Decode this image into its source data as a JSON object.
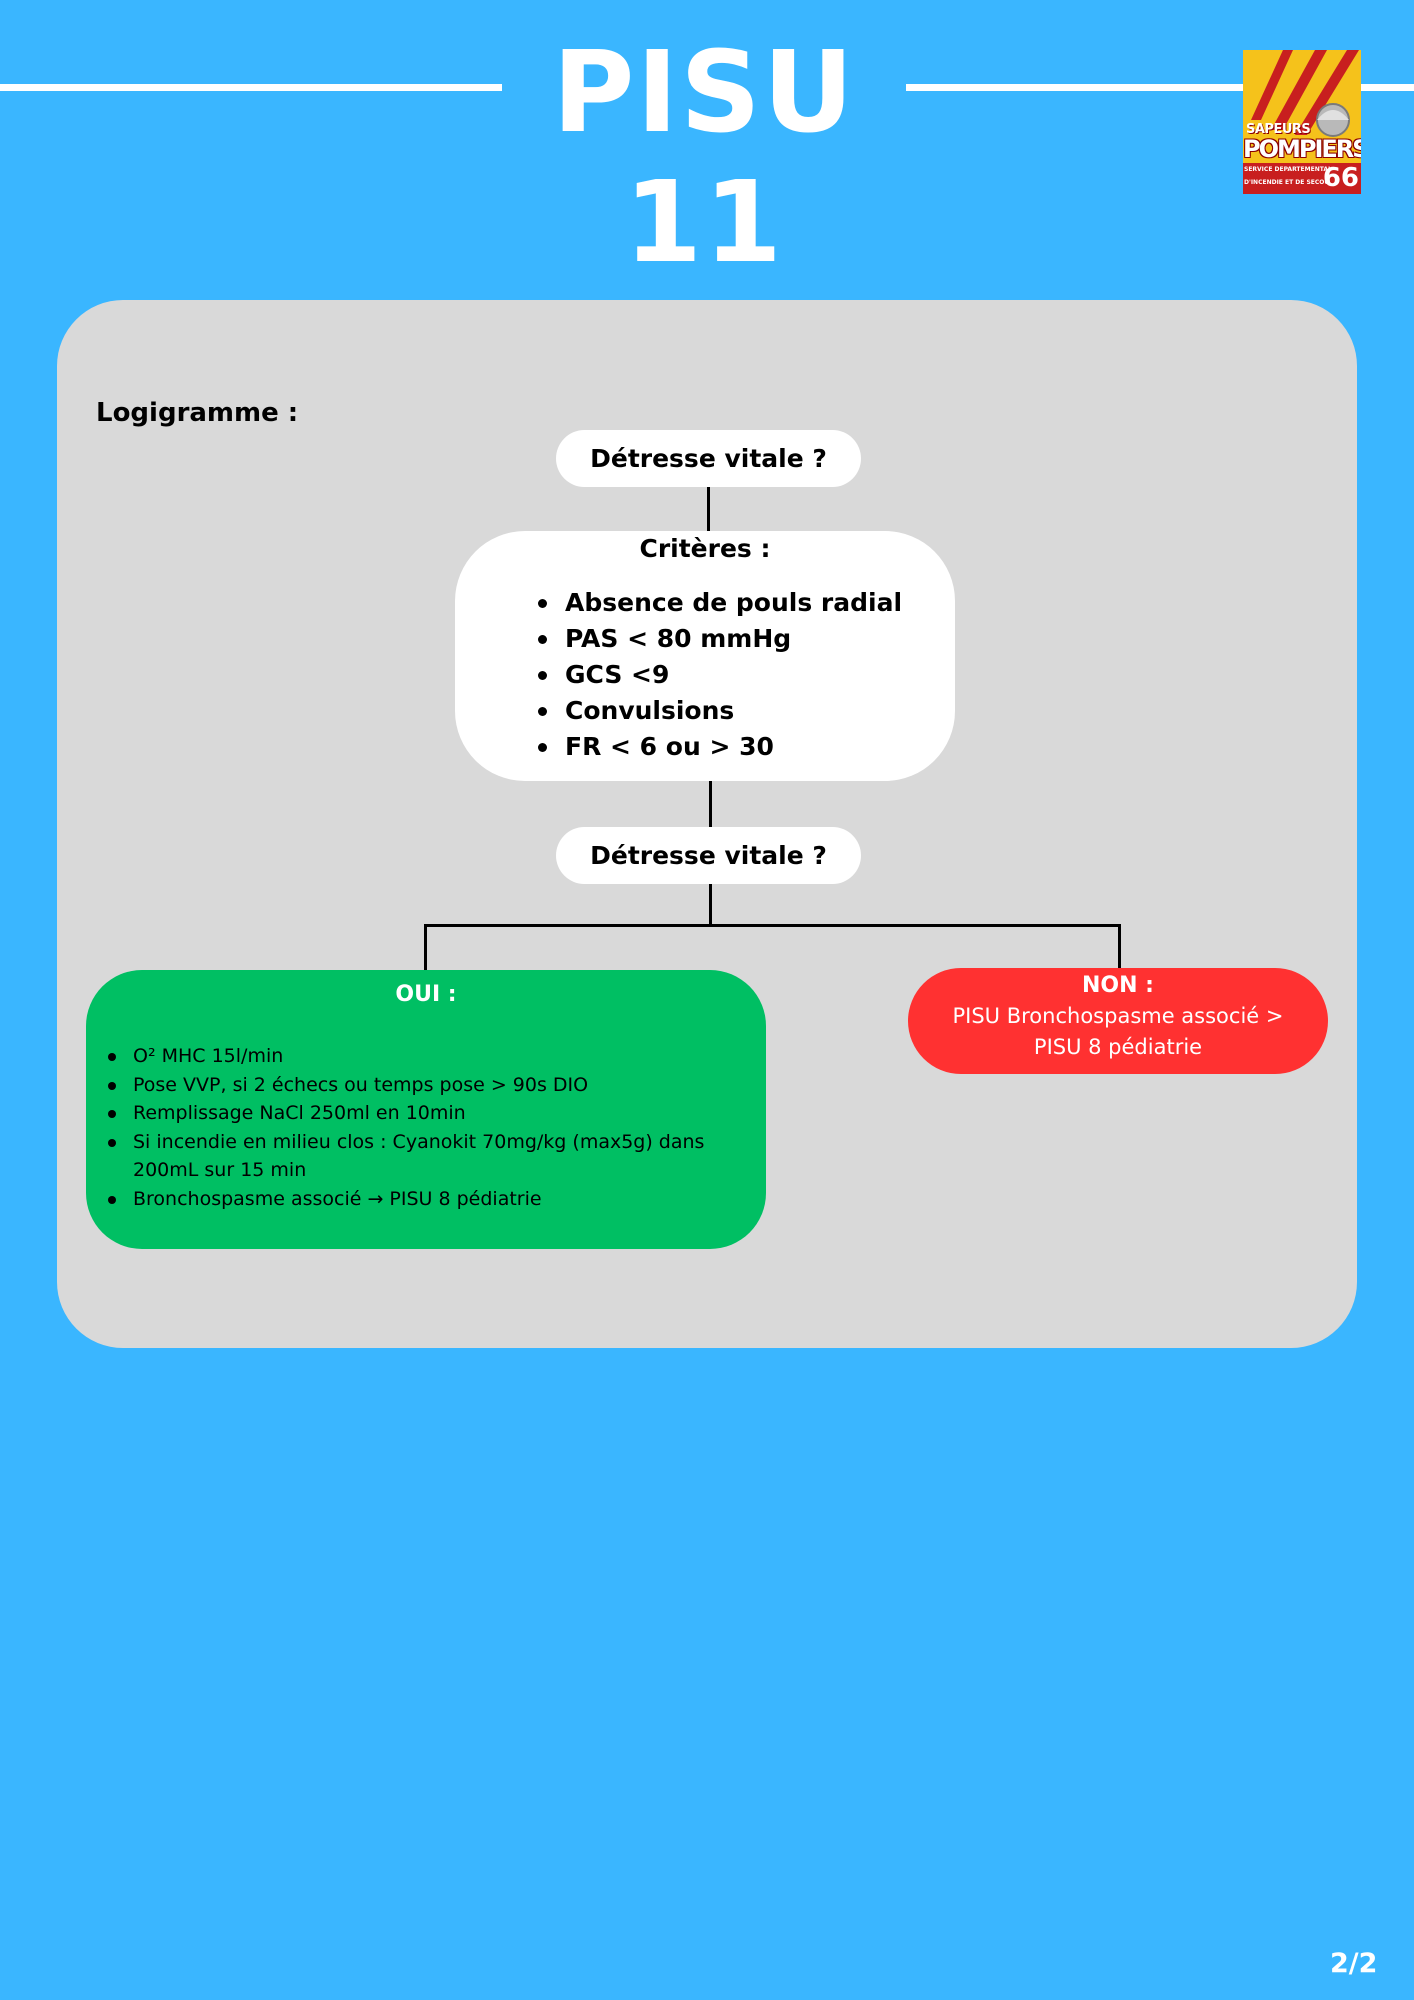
{
  "header": {
    "title": "PISU 11",
    "logo": {
      "line1": "SAPEURS",
      "line2": "POMPIERS",
      "sub1": "SERVICE DÉPARTEMENTAL",
      "sub2": "D'INCENDIE ET DE SECOURS",
      "number": "66",
      "colors": {
        "background": "#f5c21b",
        "stripes": "#c81f1f"
      }
    }
  },
  "flowchart": {
    "label": "Logigramme :",
    "question_top": "Détresse vitale ?",
    "criteria": {
      "title": "Critères :",
      "items": [
        "Absence de pouls radial",
        "PAS < 80 mmHg",
        "GCS <9",
        "Convulsions",
        "FR < 6 ou > 30"
      ]
    },
    "question_bottom": "Détresse vitale ?",
    "yes_branch": {
      "title": "OUI :",
      "items": [
        "O² MHC 15l/min",
        "Pose VVP, si 2 échecs ou temps pose > 90s DIO",
        "Remplissage NaCl 250ml en 10min",
        "Si incendie en milieu clos : Cyanokit 70mg/kg (max5g) dans 200mL sur 15 min",
        "Bronchospasme associé → PISU 8 pédiatrie"
      ]
    },
    "no_branch": {
      "title": "NON :",
      "line1": "PISU Bronchospasme associé >",
      "line2": "PISU 8 pédiatrie"
    }
  },
  "footer": {
    "page_number": "2/2"
  },
  "colors": {
    "background": "#3ab6ff",
    "panel": "#d9d9d9",
    "yes": "#00bf63",
    "no": "#ff3131",
    "box": "#ffffff"
  }
}
